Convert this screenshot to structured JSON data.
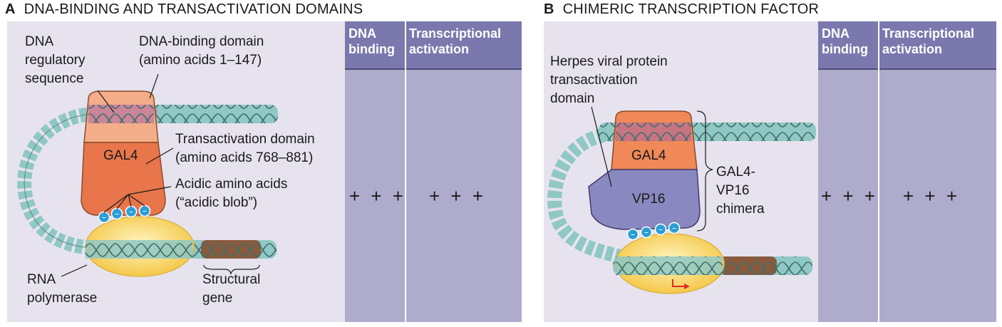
{
  "panel_a": {
    "letter": "A",
    "title": "DNA-BINDING AND TRANSACTIVATION DOMAINS",
    "col1_header": "DNA\nbinding",
    "col2_header": "Transcriptional\nactivation",
    "col1_value": "+ + +",
    "col2_value": "+ + +",
    "labels": {
      "dna_regulatory": "DNA\nregulatory\nsequence",
      "dna_binding_domain": "DNA-binding domain\n(amino acids 1–147)",
      "transactivation_domain": "Transactivation domain\n(amino acids 768–881)",
      "acidic": "Acidic amino acids\n(“acidic blob”)",
      "rna_polymerase": "RNA\npolymerase",
      "structural_gene": "Structural\ngene",
      "protein": "GAL4"
    }
  },
  "panel_b": {
    "letter": "B",
    "title": "CHIMERIC TRANSCRIPTION FACTOR",
    "col1_header": "DNA\nbinding",
    "col2_header": "Transcriptional\nactivation",
    "col1_value": "+ + +",
    "col2_value": "+ + +",
    "labels": {
      "herpes": "Herpes viral protein\ntransactivation\ndomain",
      "chimera": "GAL4-\nVP16\nchimera",
      "protein_top": "GAL4",
      "protein_bottom": "VP16"
    }
  },
  "colors": {
    "panel_bg": "#e6e3ef",
    "header_bg": "#7b78ae",
    "column_bg": "#aeabcc",
    "dna": "#8fc8c4",
    "gal4_dna_binding": "#f4ad89",
    "gal4_transactivation": "#e8764a",
    "vp16": "#8a88c0",
    "rna_polymerase": "#f7d56a",
    "acidic_charge": "#2a9ed6",
    "structural_gene": "#8a5a3c",
    "regulatory_site": "#9a5a9c"
  }
}
